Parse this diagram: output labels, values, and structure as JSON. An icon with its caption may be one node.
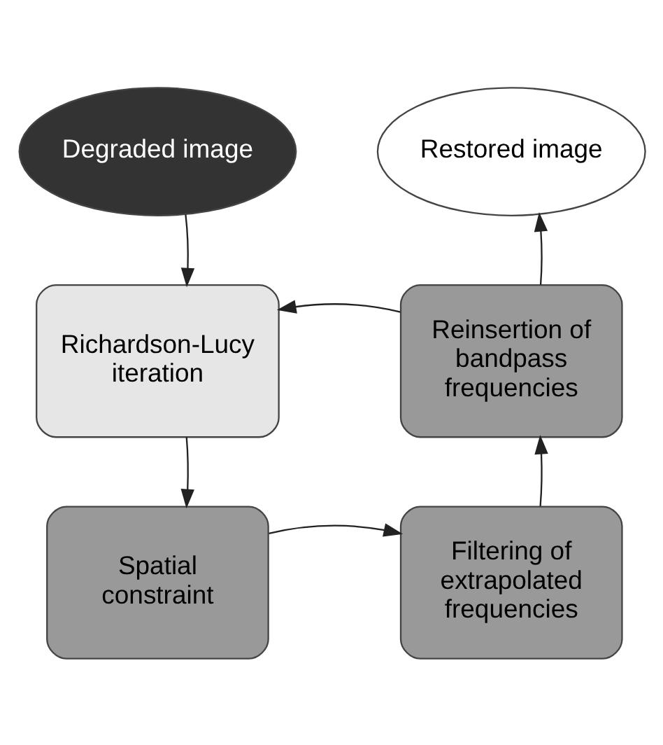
{
  "diagram": {
    "nodes": [
      {
        "text": [
          "Degraded image"
        ]
      },
      {
        "text": [
          "Restored image"
        ]
      },
      {
        "text": [
          "Richardson-Lucy iteration"
        ]
      },
      {
        "text": [
          "Reinsertion of bandpass frequencies"
        ]
      },
      {
        "text": [
          "Spatial constraint"
        ]
      },
      {
        "text": [
          "Filtering of extrapolated frequencies"
        ]
      }
    ],
    "edges": [
      {
        "from": 0,
        "to": 2,
        "arrow": "to"
      },
      {
        "from": 2,
        "to": 4,
        "arrow": "to"
      },
      {
        "from": 4,
        "to": 5,
        "arrow": "to"
      },
      {
        "from": 5,
        "to": 3,
        "arrow": "to"
      },
      {
        "from": 3,
        "to": 2,
        "arrow": "to"
      },
      {
        "from": 3,
        "to": 1,
        "arrow": "to"
      }
    ]
  }
}
